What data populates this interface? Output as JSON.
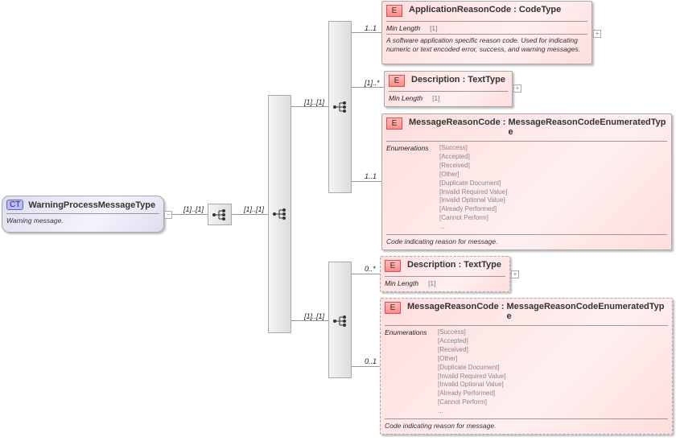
{
  "root": {
    "badge": "CT",
    "name": "WarningProcessMessageType",
    "description": "Warning message.",
    "multiplicity": "[1]..[1]"
  },
  "sequence1": {
    "multiplicity": "[1]..[1]"
  },
  "choice_upper": {
    "multiplicity": "[1]..[1]"
  },
  "choice_lower": {
    "multiplicity": "[1]..[1]"
  },
  "elements_upper": [
    {
      "badge": "E",
      "name": "ApplicationReasonCode",
      "type": "CodeType",
      "multiplicity": "1..1",
      "facet_label": "Min Length",
      "facet_value": "[1]",
      "description": "A software application specific reason code. Used for indicating numeric or text encoded error, success, and warning messages."
    },
    {
      "badge": "E",
      "name": "Description",
      "type": "TextType",
      "multiplicity": "[1]..*",
      "facet_label": "Min Length",
      "facet_value": "[1]"
    },
    {
      "badge": "E",
      "name": "MessageReasonCode",
      "type": "MessageReasonCodeEnumeratedType",
      "multiplicity": "1..1",
      "facet_label": "Enumerations",
      "enumerations": [
        "[Success]",
        "[Accepted]",
        "[Received]",
        "[Other]",
        "[Duplicate Document]",
        "[Invalid Required Value]",
        "[Invalid Optional Value]",
        "[Already Performed]",
        "[Cannot Perform]",
        "..."
      ],
      "description": "Code indicating reason for message."
    }
  ],
  "elements_lower": [
    {
      "badge": "E",
      "name": "Description",
      "type": "TextType",
      "multiplicity": "0..*",
      "facet_label": "Min Length",
      "facet_value": "[1]"
    },
    {
      "badge": "E",
      "name": "MessageReasonCode",
      "type": "MessageReasonCodeEnumeratedType",
      "multiplicity": "0..1",
      "facet_label": "Enumerations",
      "enumerations": [
        "[Success]",
        "[Accepted]",
        "[Received]",
        "[Other]",
        "[Duplicate Document]",
        "[Invalid Required Value]",
        "[Invalid Optional Value]",
        "[Already Performed]",
        "[Cannot Perform]",
        "..."
      ],
      "description": "Code indicating reason for message."
    }
  ]
}
